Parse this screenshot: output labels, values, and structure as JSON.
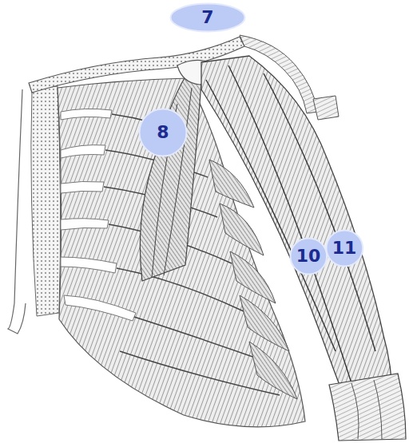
{
  "diagram": {
    "nodes": [
      {
        "text": [
          "7"
        ]
      },
      {
        "text": [
          "8"
        ]
      },
      {
        "text": [
          "10"
        ]
      },
      {
        "text": [
          "11"
        ]
      }
    ]
  }
}
